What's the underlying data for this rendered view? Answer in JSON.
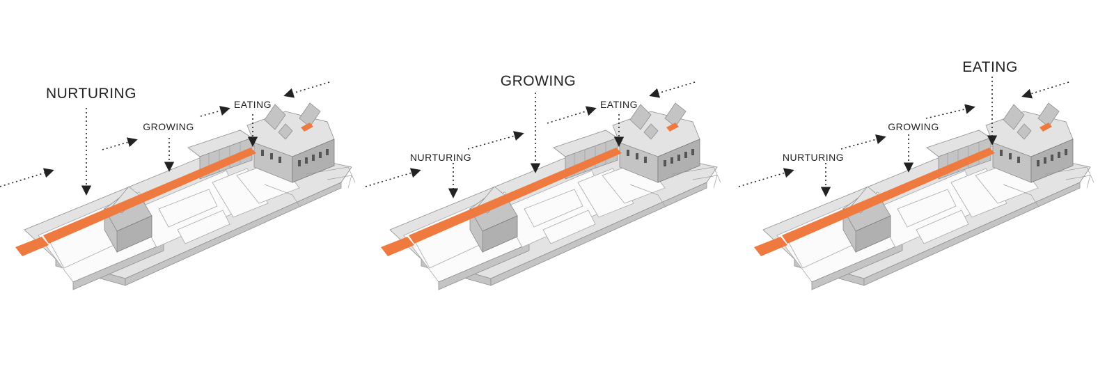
{
  "panels": [
    {
      "id": "panel-1",
      "labels": {
        "primary": "NURTURING",
        "secondary": "GROWING",
        "tertiary": "EATING"
      }
    },
    {
      "id": "panel-2",
      "labels": {
        "primary": "GROWING",
        "secondary": "NURTURING",
        "tertiary": "EATING"
      }
    },
    {
      "id": "panel-3",
      "labels": {
        "primary": "EATING",
        "secondary": "NURTURING",
        "tertiary": "GROWING"
      }
    }
  ],
  "colors": {
    "path_highlight": "#ee7a3f",
    "building": "#c4c4c4",
    "ground": "#e3e3e3",
    "arrow": "#222222"
  }
}
